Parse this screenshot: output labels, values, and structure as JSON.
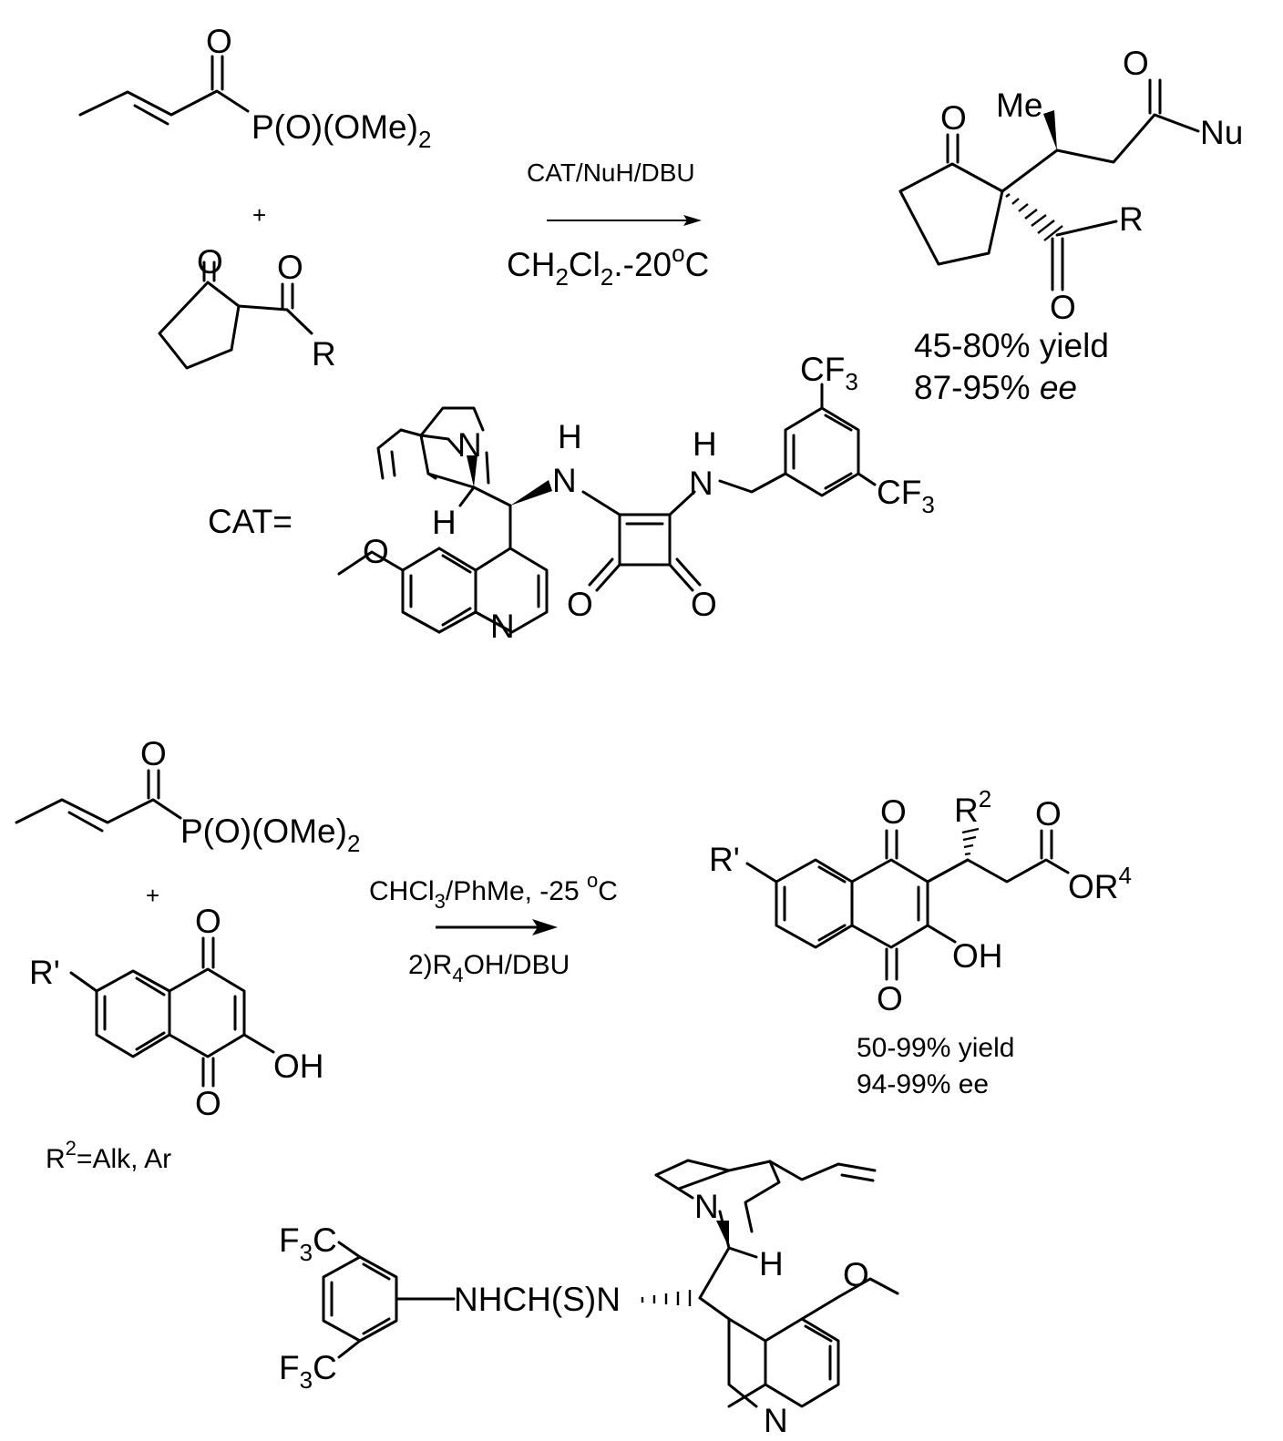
{
  "scheme1": {
    "reagent_acyl": "P(O)(OMe)2",
    "plus": "+",
    "reagent_R": "R",
    "condition_top": "CAT/NuH/DBU",
    "condition_bottom": "CH2Cl2.-20oC",
    "product_Me": "Me",
    "product_Nu": "Nu",
    "product_R": "R",
    "yield": "45-80% yield",
    "ee_value": "87-95% ",
    "ee_label": "ee",
    "cat_label": "CAT=",
    "cat_atoms": {
      "N_quin": "N",
      "H_stereo": "H",
      "H_NH1": "H",
      "NH1": "N",
      "H_NH2": "H",
      "NH2": "N",
      "CF3_top": "CF3",
      "CF3_right": "CF3",
      "N_quinoline": "N"
    }
  },
  "scheme2": {
    "reagent_acyl": "P(O)(OMe)2",
    "plus": "+",
    "sub_R": "R'",
    "sub_OH": "OH",
    "condition_top": "CHCl3/PhMe, -25 oC",
    "condition_bottom": "2)R4OH/DBU",
    "product_R1": "R'",
    "product_R2": "R2",
    "product_OR4": "OR4",
    "product_OH": "OH",
    "yield": "50-99% yield",
    "ee": "94-99% ee",
    "r2_def": "R2=Alk, Ar",
    "cat_atoms": {
      "F3C_top": "F3C",
      "F3C_bottom": "F3C",
      "linker": "NHCH(S)N",
      "N_quin": "N",
      "H_stereo": "H",
      "N_quinoline": "N"
    }
  },
  "oxygen": "O"
}
